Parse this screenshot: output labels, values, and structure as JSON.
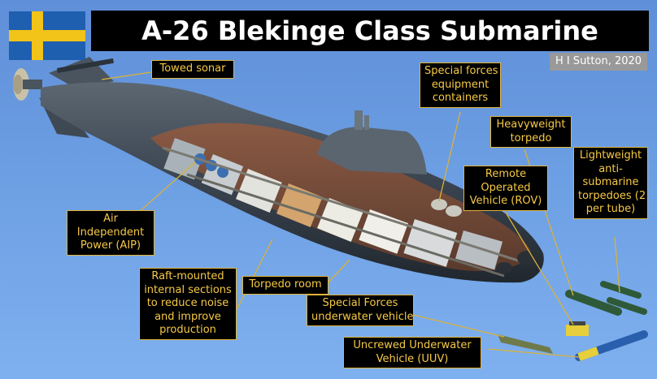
{
  "title": "A-26 Blekinge Class Submarine",
  "credit": "H I Sutton, 2020",
  "flag": {
    "country": "Sweden",
    "blue": "#1f5fb0",
    "yellow": "#f2c318"
  },
  "colors": {
    "label_text": "#f6c945",
    "label_bg": "#000000",
    "leader_line": "#d9b23a",
    "background": "#6c9ee3",
    "hull": "#3a4450"
  },
  "labels": {
    "towed_sonar": "Towed sonar",
    "special_forces_containers": [
      "Special forces",
      "equipment",
      "containers"
    ],
    "heavyweight_torpedo": [
      "Heavyweight",
      "torpedo"
    ],
    "lightweight_torpedoes": [
      "Lightweight",
      "anti-",
      "submarine",
      "torpedoes (2",
      "per tube)"
    ],
    "rov": [
      "Remote",
      "Operated",
      "Vehicle (ROV)"
    ],
    "aip": [
      "Air",
      "Independent",
      "Power (AIP)"
    ],
    "raft_mounted": [
      "Raft-mounted",
      "internal sections",
      "to reduce noise",
      "and improve",
      "production"
    ],
    "torpedo_room": "Torpedo room",
    "special_forces_vehicle": [
      "Special Forces",
      "underwater vehicle"
    ],
    "uuv": [
      "Uncrewed Underwater",
      "Vehicle (UUV)"
    ]
  }
}
